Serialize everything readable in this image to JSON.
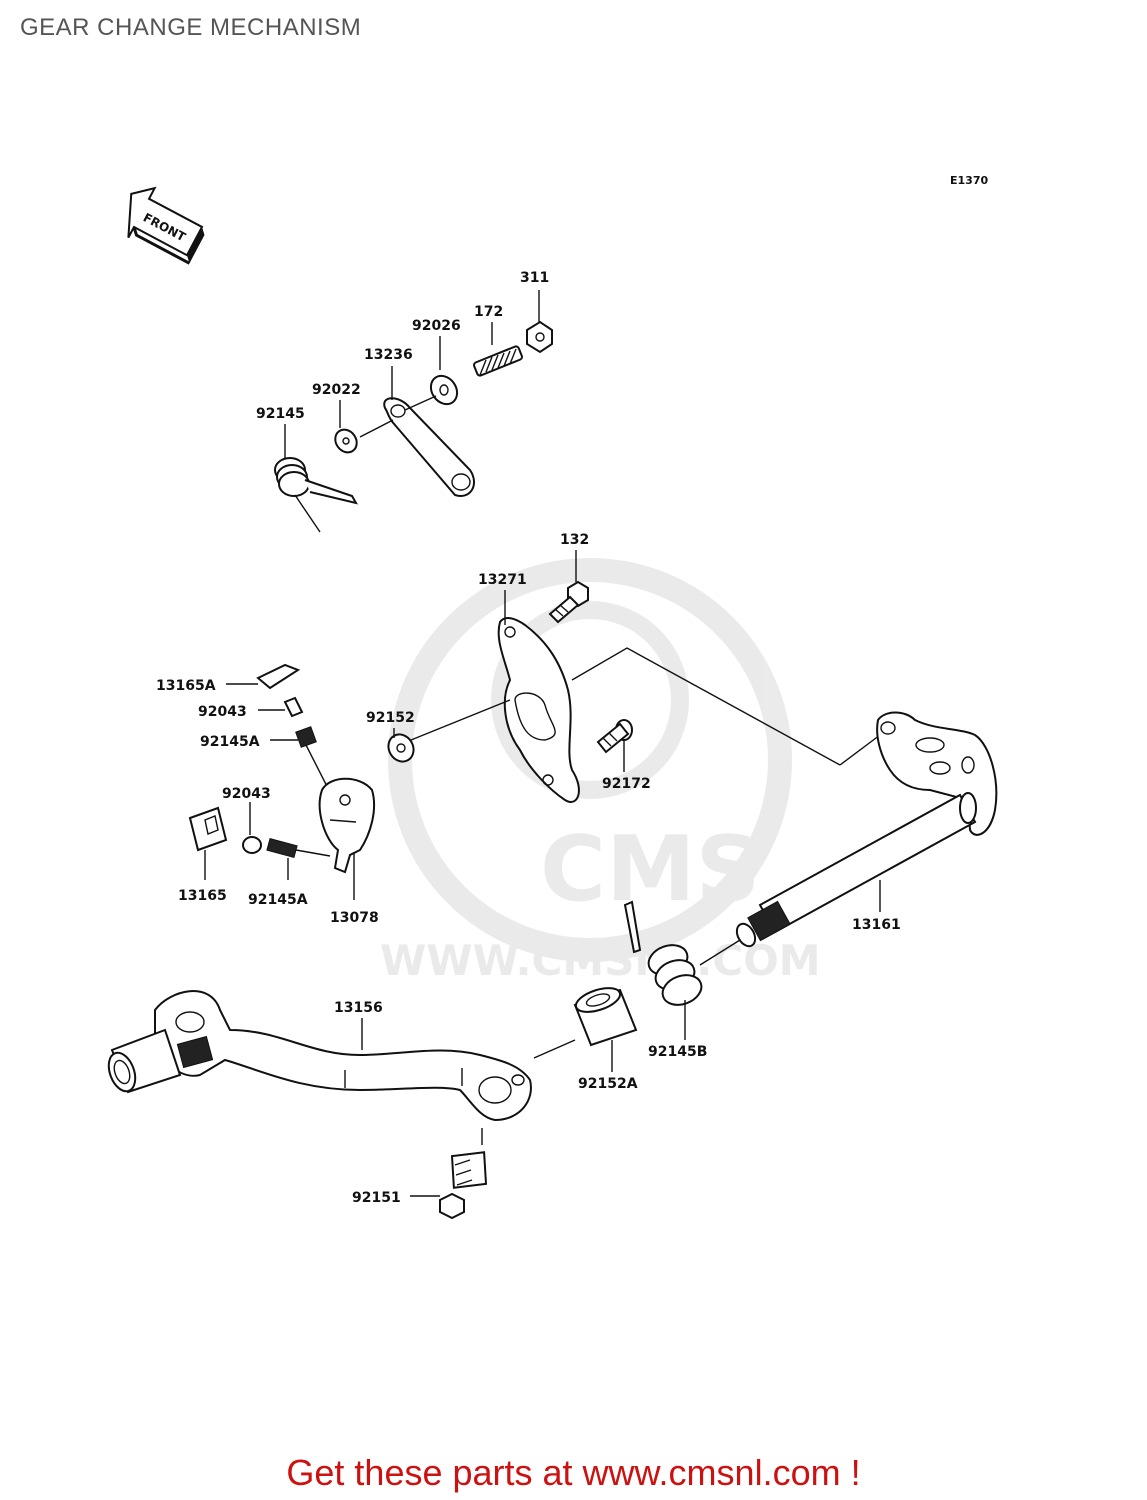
{
  "page": {
    "title": "GEAR CHANGE MECHANISM",
    "diagram_code": "E1370",
    "front_label": "FRONT"
  },
  "watermark": {
    "logo_text": "CMS",
    "url_text": "WWW.CMSNL.COM"
  },
  "part_labels": {
    "p311": "311",
    "p172": "172",
    "p92026": "92026",
    "p13236": "13236",
    "p92022": "92022",
    "p92145": "92145",
    "p132": "132",
    "p13271": "13271",
    "p13165A": "13165A",
    "p92043a": "92043",
    "p92145Aa": "92145A",
    "p92152": "92152",
    "p92172": "92172",
    "p92043b": "92043",
    "p13165": "13165",
    "p92145Ab": "92145A",
    "p13078": "13078",
    "p13161": "13161",
    "p13156": "13156",
    "p92145B": "92145B",
    "p92152A": "92152A",
    "p92151": "92151"
  },
  "footer": {
    "cta": "Get these parts at www.cmsnl.com !"
  }
}
